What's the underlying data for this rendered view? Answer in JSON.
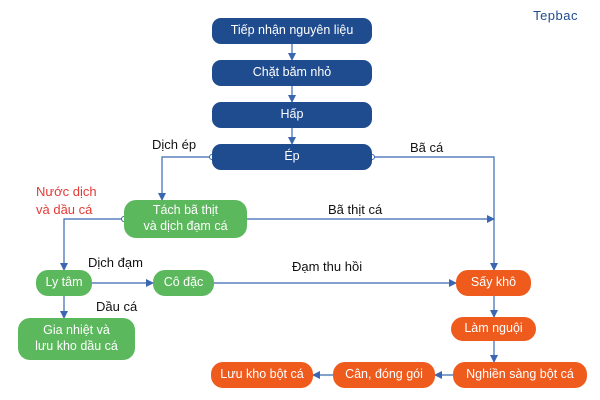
{
  "brand": "Tepbac",
  "nodes": {
    "tiep_nhan": "Tiếp nhận nguyên liệu",
    "chat": "Chặt băm nhỏ",
    "hap": "Hấp",
    "ep": "Ép",
    "tach": "Tách bã thịt\nvà dịch đạm cá",
    "ly_tam": "Ly tâm",
    "co_dac": "Cô đặc",
    "gia_nhiet": "Gia nhiệt và\nlưu kho dầu cá",
    "say_kho": "Sấy khô",
    "lam_nguoi": "Làm nguội",
    "nghien": "Nghiền sàng bột cá",
    "can": "Cân, đóng gói",
    "luu_kho": "Lưu kho bột cá"
  },
  "labels": {
    "dich_ep": "Dịch ép",
    "ba_ca": "Bã cá",
    "nuoc_dich": "Nước dịch\nvà dầu cá",
    "ba_thit_ca": "Bã thịt cá",
    "dich_dam": "Dịch đạm",
    "dam_thu_hoi": "Đạm thu hồi",
    "dau_ca": "Dầu cá"
  },
  "colors": {
    "blue": "#1f4b8f",
    "green": "#5cb85c",
    "orange": "#ef5a1d",
    "line": "#3a67b0",
    "red_label": "#e53935"
  }
}
